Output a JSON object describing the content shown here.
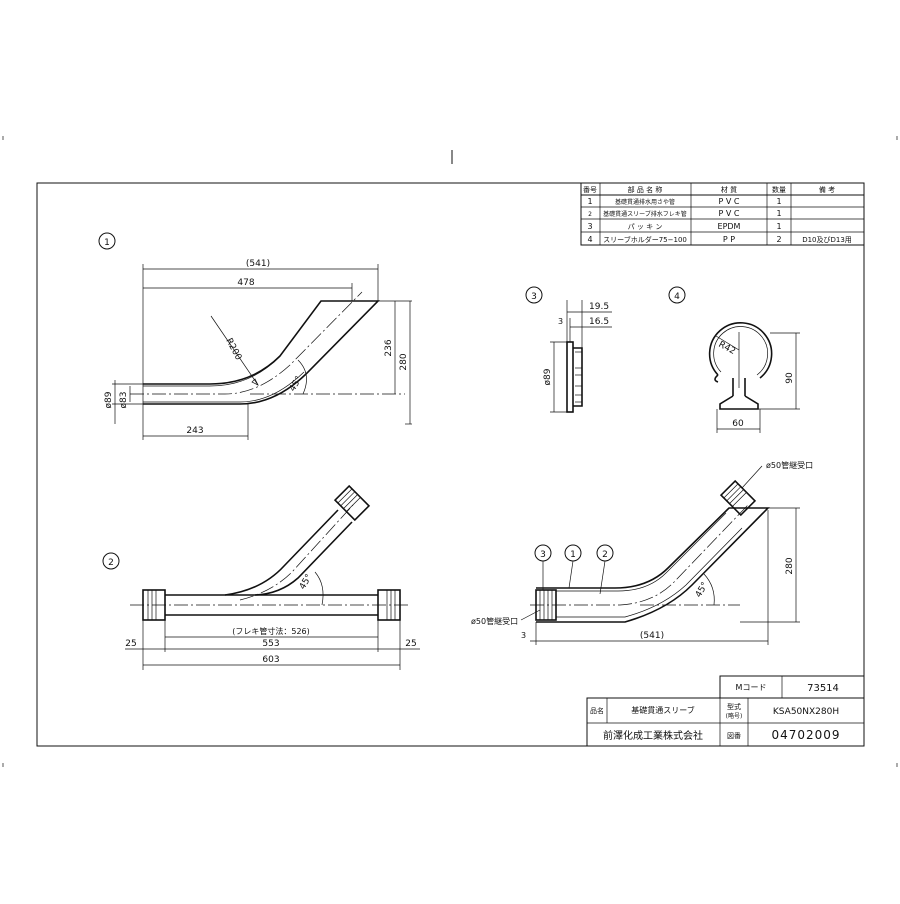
{
  "parts_table": {
    "headers": [
      "番号",
      "部 品 名 称",
      "材 質",
      "数量",
      "備 考"
    ],
    "rows": [
      [
        "1",
        "基礎貫通排水用さや管",
        "P V C",
        "1",
        ""
      ],
      [
        "2",
        "基礎貫通スリーブ排水フレキ管",
        "P V C",
        "1",
        ""
      ],
      [
        "3",
        "パ ッ キ ン",
        "EPDM",
        "1",
        ""
      ],
      [
        "4",
        "スリーブホルダー75−100",
        "P P",
        "2",
        "D10及びD13用"
      ]
    ]
  },
  "views": {
    "v1": {
      "label": "1",
      "dim_total": "(541)",
      "dim_478": "478",
      "dim_243": "243",
      "dim_236": "236",
      "dim_280": "280",
      "radius": "R200",
      "angle": "45°",
      "dia_outer": "ø89",
      "dia_inner": "ø83"
    },
    "v2": {
      "label": "2",
      "angle": "45°",
      "flex_length": "(フレキ管寸法：526)",
      "dim_553": "553",
      "dim_603": "603",
      "dim_25_left": "25",
      "dim_25_right": "25"
    },
    "v3": {
      "label": "3",
      "dim_19_5": "19.5",
      "dim_16_5": "16.5",
      "dim_3": "3",
      "dia": "ø89"
    },
    "v4": {
      "label": "4",
      "radius": "R42",
      "dim_90": "90",
      "dim_60": "60"
    },
    "assembly": {
      "balloon_3": "3",
      "balloon_1": "1",
      "balloon_2": "2",
      "socket_top": "ø50管継受口",
      "socket_left": "ø50管継受口",
      "dim_280": "280",
      "dim_541": "(541)",
      "dim_3": "3",
      "angle": "45°"
    }
  },
  "title_block": {
    "mcode_label": "Mコード",
    "mcode_value": "73514",
    "name_label": "品名",
    "name_value": "基礎貫通スリーブ",
    "model_label": "型式",
    "model_sub": "(略号)",
    "model_value": "KSA50NX280H",
    "company": "前澤化成工業株式会社",
    "drawing_label": "図番",
    "drawing_value": "04702009"
  }
}
